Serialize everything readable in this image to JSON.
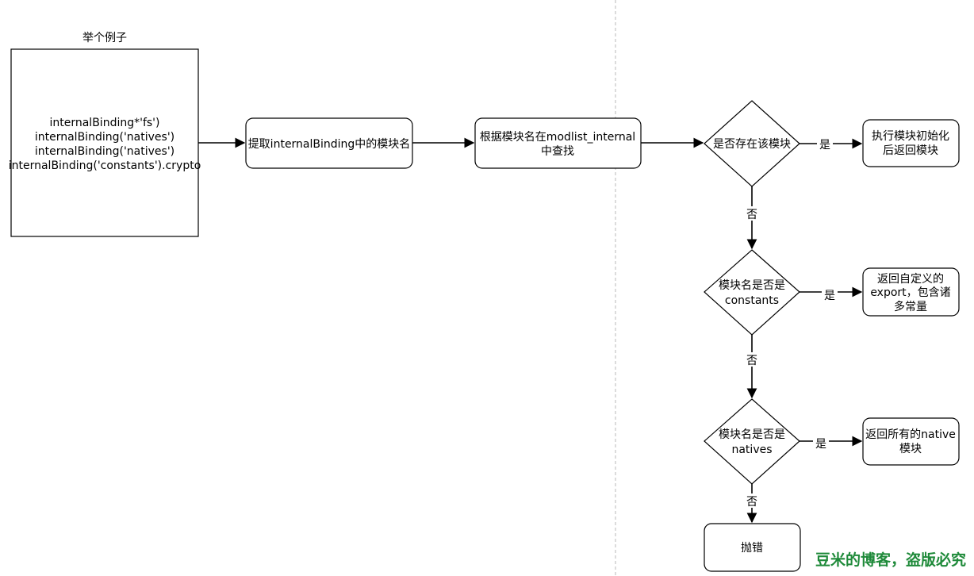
{
  "example_title": "举个例子",
  "example_lines": [
    "internalBinding*'fs')",
    "internalBinding('natives')",
    "internalBinding('natives')",
    "internalBinding('constants').crypto"
  ],
  "nodes": {
    "extract": [
      "提取internalBinding中的模块名"
    ],
    "lookup": [
      "根据模块名在modlist_internal",
      "中查找"
    ],
    "exists": [
      "是否存在该模块"
    ],
    "init": [
      "执行模块初始化",
      "后返回模块"
    ],
    "is_constants": [
      "模块名是否是",
      "constants"
    ],
    "return_export": [
      "返回自定义的",
      "export，包含诸",
      "多常量"
    ],
    "is_natives": [
      "模块名是否是",
      "natives"
    ],
    "return_natives": [
      "返回所有的native",
      "模块"
    ],
    "throw": [
      "抛错"
    ]
  },
  "edge_labels": {
    "yes": "是",
    "no": "否"
  },
  "watermark": "豆米的博客，盗版必究",
  "colors": {
    "watermark": "#1f8a3a",
    "stroke": "#000000",
    "divider": "#b8b8b8"
  }
}
